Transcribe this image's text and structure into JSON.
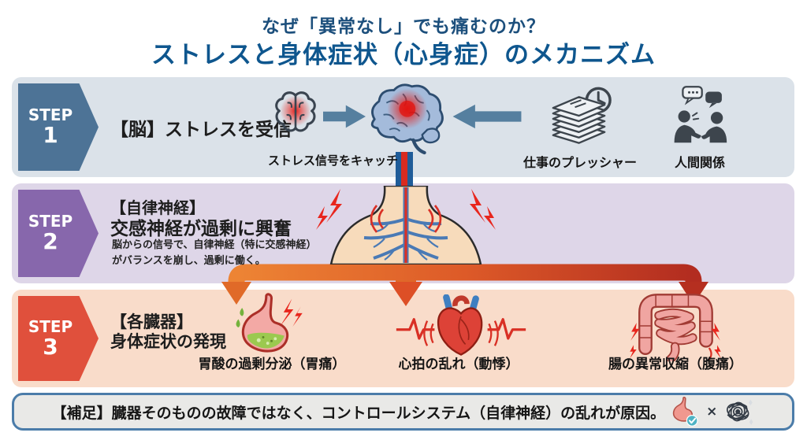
{
  "title": {
    "line1": "なぜ「異常なし」でも痛むのか？",
    "line2": "ストレスと身体症状（心身症）のメカニズム"
  },
  "step1": {
    "badge": "STEP",
    "number": "1",
    "heading": "【脳】ストレスを受信",
    "caption_signal": "ストレス信号をキャッチ",
    "caption_work": "仕事のプレッシャー",
    "caption_people": "人間関係"
  },
  "step2": {
    "badge": "STEP",
    "number": "2",
    "heading1": "【自律神経】",
    "heading2": "交感神経が過剰に興奮",
    "desc1": "脳からの信号で、自律神経（特に交感神経）",
    "desc2": "がバランスを崩し、過剰に働く。"
  },
  "step3": {
    "badge": "STEP",
    "number": "3",
    "heading1": "【各臓器】",
    "heading2": "身体症状の発現",
    "caption_stomach": "胃酸の過剰分泌（胃痛）",
    "caption_heart": "心拍の乱れ（動悸）",
    "caption_intestine": "腸の異常収縮（腹痛）"
  },
  "footer": {
    "text": "【補足】臓器そのものの故障ではなく、コントロールシステム（自律神経）の乱れが原因。",
    "separator": "×"
  },
  "icons": {
    "step1": [
      "stress-signal-brain-icon",
      "brain-icon",
      "work-pressure-papers-clock-icon",
      "relationships-people-icon"
    ],
    "step2": [
      "nervous-system-torso-icon"
    ],
    "step3": [
      "stomach-icon",
      "heart-ecg-icon",
      "intestine-icon"
    ],
    "footer": [
      "stomach-check-icon",
      "nerve-tangle-icon"
    ]
  },
  "colors": {
    "title_blue_1": "#1c4f7c",
    "title_blue_2": "#0e568e",
    "band1_bg": "#dbe2e9",
    "band2_bg": "#ded6e8",
    "band3_bg": "#f9dcca",
    "badge1": "#4d7396",
    "badge2": "#8767ac",
    "badge3": "#e0503c",
    "steel_arrow": "#557f9f",
    "flow_orange": "#ed8434",
    "flow_red": "#b22c20",
    "alert_red": "#e8261d",
    "footer_border": "#4b7ca9",
    "footer_bg": "#e9e9e7"
  }
}
